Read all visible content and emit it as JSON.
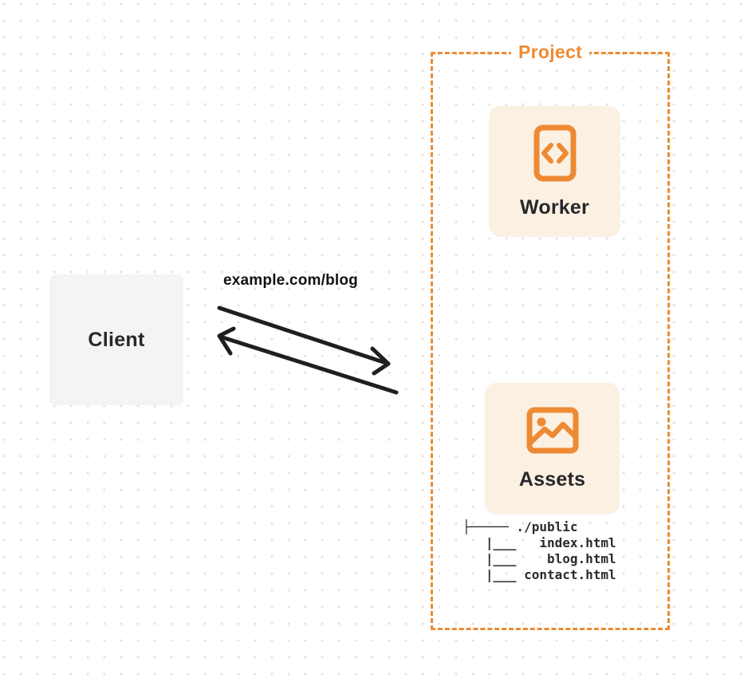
{
  "diagram": {
    "client": {
      "label": "Client"
    },
    "request_label": "example.com/blog",
    "project": {
      "title": "Project",
      "worker": {
        "label": "Worker",
        "icon": "code-file-icon"
      },
      "assets": {
        "label": "Assets",
        "icon": "image-icon"
      },
      "file_tree": {
        "lines": [
          "├───── ./public",
          "   |___   index.html",
          "   |___    blog.html",
          "   |___ contact.html"
        ]
      }
    },
    "arrows": [
      {
        "name": "request-arrow",
        "direction": "client-to-project"
      },
      {
        "name": "response-arrow",
        "direction": "project-to-client"
      }
    ]
  },
  "colors": {
    "accent_orange": "#ED8A33",
    "card_bg": "#FCF0E3",
    "client_bg": "#F4F4F5",
    "text_dark": "#27272A",
    "arrow_color": "#1F1F1F",
    "dot_color": "#E3E3E6",
    "label_bg": "#FFFFFF"
  }
}
